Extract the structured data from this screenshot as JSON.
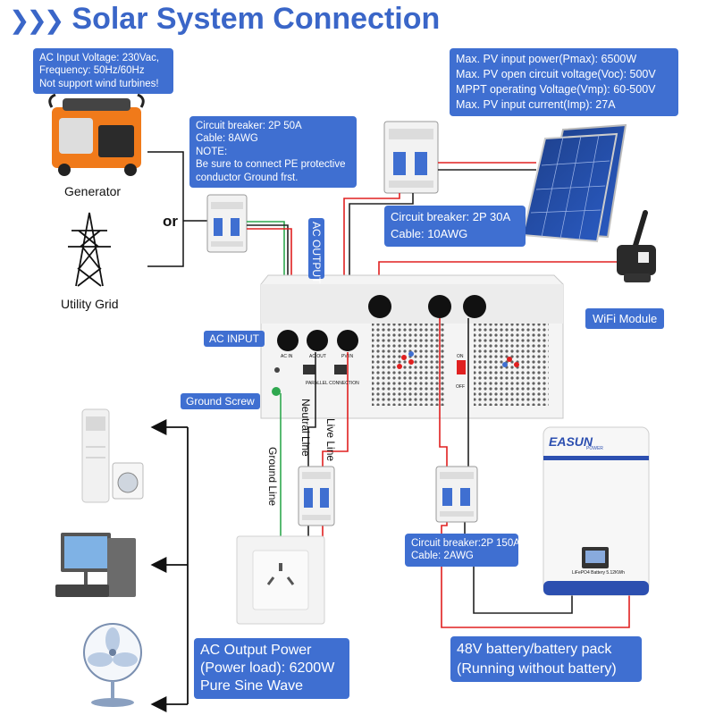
{
  "title": "Solar System Connection",
  "title_icon": "triple-chevron-icon",
  "notes": {
    "ac_input": [
      "AC Input Voltage: 230Vac,",
      "Frequency: 50Hz/60Hz",
      "Not support wind turbines!"
    ],
    "ac_breaker": [
      "Circuit breaker: 2P 50A",
      "Cable: 8AWG",
      "NOTE:",
      "Be sure to connect PE protective",
      "conductor Ground frst."
    ],
    "pv_specs": [
      "Max. PV input power(Pmax): 6500W",
      "Max. PV open circuit voltage(Voc): 500V",
      "MPPT operating Voltage(Vmp): 60-500V",
      "Max. PV input current(Imp): 27A"
    ],
    "pv_breaker": [
      "Circuit breaker: 2P 30A",
      "Cable: 10AWG"
    ],
    "battery_breaker": [
      "Circuit breaker:2P 150A",
      "Cable: 2AWG"
    ],
    "ac_output_power": [
      "AC Output Power",
      "(Power load): 6200W",
      "Pure Sine Wave"
    ],
    "battery_pack": [
      "48V battery/battery pack",
      "(Running without battery)"
    ]
  },
  "labels": {
    "generator": "Generator",
    "utility_grid": "Utility Grid",
    "or": "or",
    "ac_input_tag": "AC INPUT",
    "ac_output_tag": "AC OUTPUT",
    "ground_screw": "Ground Screw",
    "wifi_module": "WiFi Module",
    "neutral_line": "Neutral Line",
    "live_line": "Live Line",
    "ground_line": "Ground Line",
    "port_ac_in": "AC IN",
    "port_ac_out": "AC OUT",
    "port_pv_in": "PV IN",
    "parallel_connection": "PARALLEL CONNECTION",
    "switch_on": "ON",
    "switch_off": "OFF",
    "battery_brand": "EASUN",
    "battery_brand_sub": "POWER",
    "battery_model": "LiFePO4 Battery 5.12KWh"
  },
  "colors": {
    "accent": "#3f6fd1",
    "wire_red": "#e02020",
    "wire_black": "#222222",
    "wire_green": "#2fa84f",
    "title": "#3a66c8"
  },
  "icons": [
    "generator-icon",
    "utility-pylon-icon",
    "breaker-icon",
    "solar-panel-icon",
    "wifi-antenna-icon",
    "inverter-icon",
    "battery-icon",
    "wall-socket-icon",
    "air-conditioner-icon",
    "washing-machine-icon",
    "computer-icon",
    "fan-icon",
    "arrow-left-icon"
  ]
}
